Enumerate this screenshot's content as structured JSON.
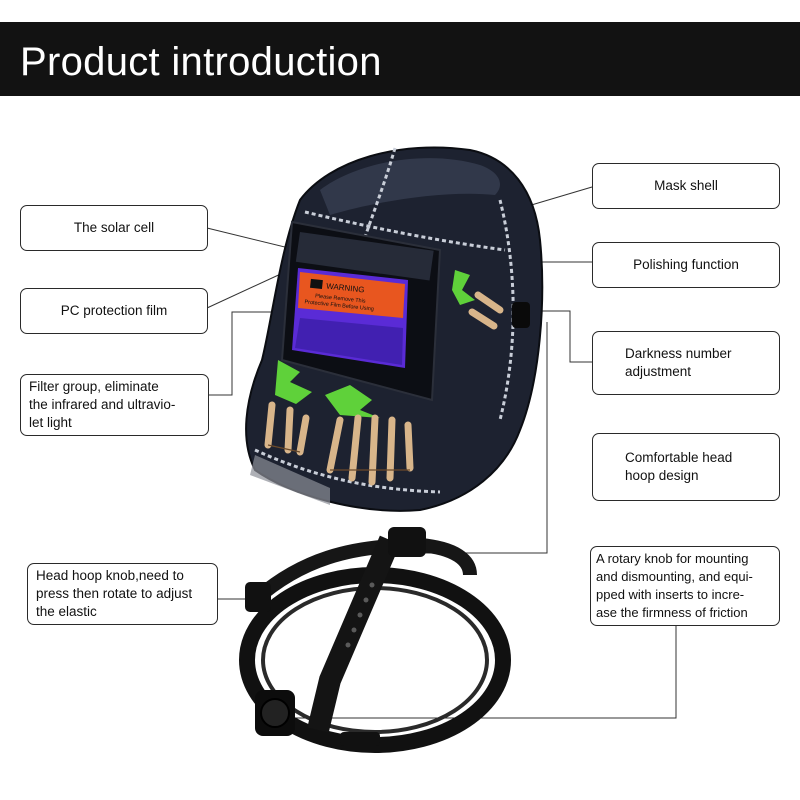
{
  "header": {
    "title": "Product introduction"
  },
  "callouts": {
    "solar_cell": "The solar cell",
    "pc_film": "PC protection film",
    "filter_group": "Filter group,  eliminate\nthe infrared and ultravio-\nlet light",
    "head_hoop_knob": "Head hoop knob,need to\npress then rotate to adjust\nthe elastic",
    "mask_shell": "Mask shell",
    "polishing": "Polishing function",
    "darkness": "Darkness number\nadjustment",
    "head_hoop": "Comfortable head\nhoop design",
    "rotary_knob": "A rotary knob for mounting\nand dismounting, and equi-\npped with inserts to incre-\nase the firmness of friction"
  },
  "lens_sticker": {
    "warning": "WARNING",
    "line1": "Please Remove This",
    "line2": "Protective Film Before Using"
  },
  "colors": {
    "header_bg": "#121212",
    "header_text": "#ffffff",
    "callout_border": "#2a2a2a",
    "lens_orange": "#e8561f",
    "lens_purple": "#5a2bd6",
    "accent_green": "#5fd13a"
  },
  "icons": {
    "helmet": "welding-helmet-illustration",
    "headband": "head-hoop-illustration"
  }
}
